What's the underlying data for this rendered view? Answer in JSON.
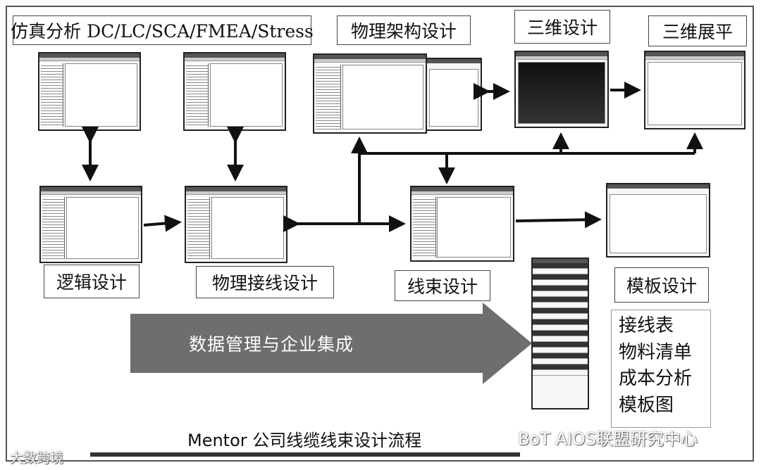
{
  "labels": {
    "sim": "仿真分析 DC/LC/SCA/FMEA/Stress",
    "arch": "物理架构设计",
    "threeD": "三维设计",
    "flatten": "三维展平",
    "logic": "逻辑设计",
    "physical_wiring": "物理接线设计",
    "harness": "线束设计",
    "template": "模板设计"
  },
  "data_mgmt": "数据管理与企业集成",
  "outputs": [
    "接线表",
    "物料清单",
    "成本分析",
    "模板图"
  ],
  "caption": "Mentor 公司线缆线束设计流程",
  "watermarks": {
    "left": "大数跨境",
    "right": "BoT AIOS联盟研究中心"
  },
  "colors": {
    "arrow_fill": "#6e6e6e",
    "line": "#111111"
  }
}
